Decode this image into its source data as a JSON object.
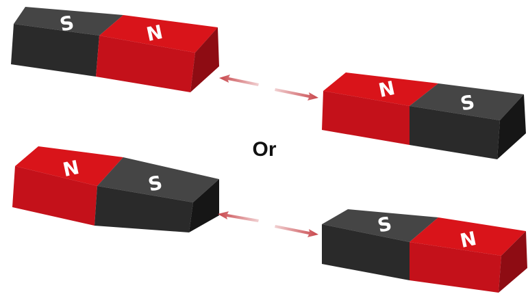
{
  "colors": {
    "north_top": "#d9141a",
    "north_front": "#c4111a",
    "north_side": "#8e0c13",
    "south_top": "#454545",
    "south_front": "#2a2a2a",
    "south_side": "#161616",
    "letter": "#ffffff",
    "arrow": "#c8464b"
  },
  "separator_text": "Or",
  "pairs": [
    {
      "left_magnet": {
        "poles": [
          "S",
          "N"
        ]
      },
      "right_magnet": {
        "poles": [
          "N",
          "S"
        ]
      },
      "arrow_icon": "bidirectional-arrow-icon"
    },
    {
      "left_magnet": {
        "poles": [
          "N",
          "S"
        ]
      },
      "right_magnet": {
        "poles": [
          "S",
          "N"
        ]
      },
      "arrow_icon": "bidirectional-arrow-icon"
    }
  ]
}
